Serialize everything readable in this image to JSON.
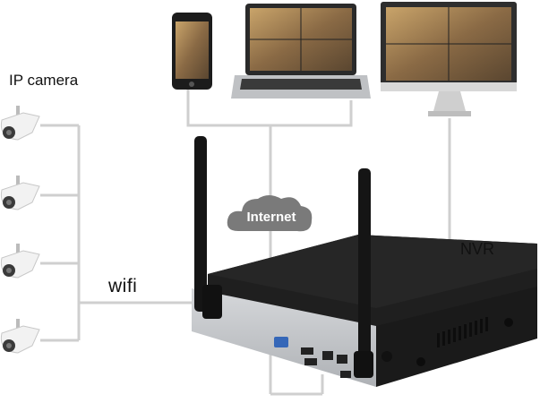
{
  "labels": {
    "ip_camera": "IP camera",
    "wifi": "wifi",
    "nvr": "NVR",
    "internet": "Internet"
  },
  "devices": {
    "cameras": 4,
    "clients": [
      "phone",
      "laptop",
      "monitor"
    ]
  },
  "colors": {
    "cable": "#cfcfcf",
    "nvr_body": "#1f1f1f",
    "nvr_front": "#c9ccd0",
    "cloud": "#7a7a7a",
    "camera": "#f2f2f2"
  }
}
